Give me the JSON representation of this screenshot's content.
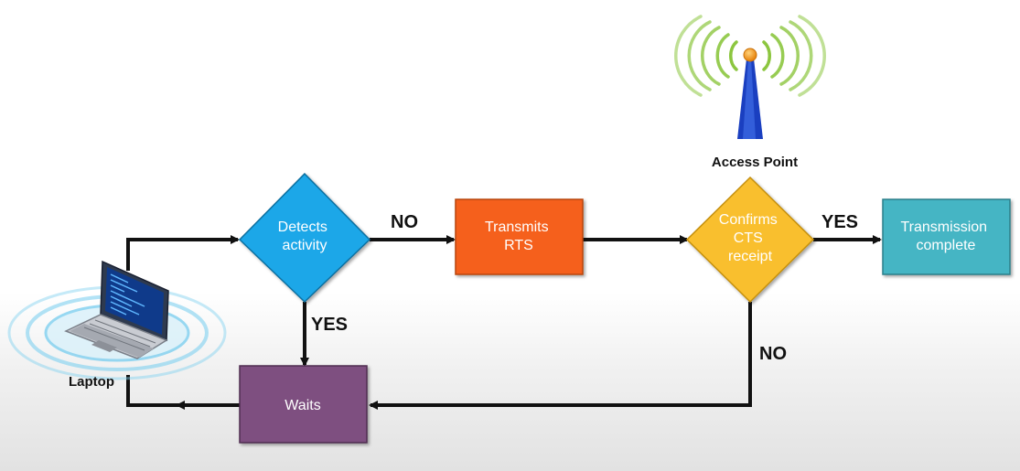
{
  "nodes": {
    "detects_activity": {
      "lines": [
        "Detects",
        "activity"
      ],
      "color": "#1aa7e8"
    },
    "transmits_rts": {
      "lines": [
        "Transmits",
        "RTS"
      ],
      "color": "#f5611c"
    },
    "confirms_cts": {
      "lines": [
        "Confirms",
        "CTS",
        "receipt"
      ],
      "color": "#f9bf2e"
    },
    "transmission_complete": {
      "lines": [
        "Transmission",
        "complete"
      ],
      "color": "#45b5c4"
    },
    "waits": {
      "lines": [
        "Waits"
      ],
      "color": "#7e4f80"
    }
  },
  "edge_labels": {
    "detects_no": "NO",
    "detects_yes": "YES",
    "confirms_yes": "YES",
    "confirms_no": "NO"
  },
  "devices": {
    "laptop": {
      "label": "Laptop",
      "icon": "laptop-icon"
    },
    "access_point": {
      "label": "Access Point",
      "icon": "antenna-icon"
    }
  },
  "colors": {
    "line": "#111111",
    "signal_green": "#8cc63f",
    "laptop_ring": "#7fd0f0",
    "antenna_blue": "#1a3fc0",
    "antenna_tip": "#f39a1f"
  }
}
